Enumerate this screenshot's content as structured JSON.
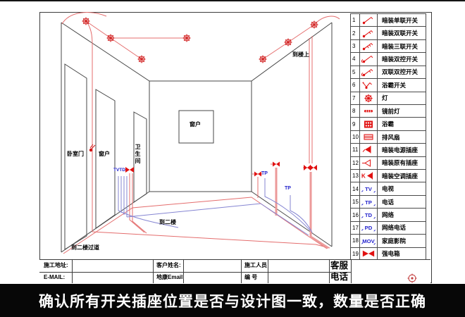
{
  "banner": {
    "text": "确认所有开关插座位置是否与设计图一致，数量是否正确"
  },
  "legend": {
    "items": [
      {
        "no": "1",
        "symbol": "switch-single",
        "label": "暗装单联开关"
      },
      {
        "no": "2",
        "symbol": "switch-double",
        "label": "暗装双联开关"
      },
      {
        "no": "3",
        "symbol": "switch-triple",
        "label": "暗装三联开关"
      },
      {
        "no": "4",
        "symbol": "switch-two-way",
        "label": "暗装双控开关"
      },
      {
        "no": "5",
        "symbol": "switch-double-two-way",
        "label": "双联双控开关"
      },
      {
        "no": "6",
        "symbol": "bath-heater-switch",
        "label": "浴霸开关"
      },
      {
        "no": "7",
        "symbol": "lamp",
        "label": "灯"
      },
      {
        "no": "8",
        "symbol": "mirror-light",
        "label": "镜前灯"
      },
      {
        "no": "9",
        "symbol": "bath-heater",
        "label": "浴霸"
      },
      {
        "no": "10",
        "symbol": "exhaust-fan",
        "label": "排风扇"
      },
      {
        "no": "11",
        "symbol": "socket-power",
        "label": "暗装电源插座"
      },
      {
        "no": "12",
        "symbol": "socket-existing",
        "label": "暗装原有插座"
      },
      {
        "no": "13",
        "symbol": "socket-ac",
        "label": "暗装空调插座"
      },
      {
        "no": "14",
        "symbol": "code-outlet",
        "code": "TV",
        "label": "电视"
      },
      {
        "no": "15",
        "symbol": "code-outlet",
        "code": "TP",
        "label": "电话"
      },
      {
        "no": "16",
        "symbol": "code-outlet",
        "code": "TD",
        "label": "网络"
      },
      {
        "no": "17",
        "symbol": "code-outlet",
        "code": "PD",
        "label": "网络电话"
      },
      {
        "no": "18",
        "symbol": "code-outlet",
        "code": "MOV",
        "label": "家庭影院"
      },
      {
        "no": "19",
        "symbol": "power-box",
        "label": "强电箱"
      }
    ]
  },
  "title_block": {
    "address_label": "施工地址:",
    "email_label": "E-MAIL:",
    "customer_label": "客户姓名:",
    "company_email_label": "地康Email",
    "crew_label": "施工人员",
    "number_label": "编  号",
    "service_line1": "客服",
    "service_line2": "电话"
  },
  "drawing": {
    "annotations": {
      "bedroom_door": "卧室门",
      "window_left": "窗户",
      "bathroom": "卫生间",
      "window_back": "窗户",
      "to_upstairs": "到楼上",
      "to_second_floor": "到二楼",
      "to_second_floor_corridor": "到二楼过道",
      "tvtd": "TVTD",
      "tp1": "TP",
      "tp2": "TP"
    }
  },
  "colors": {
    "wiring_red": "#e46d6d",
    "symbol_red": "#e11111",
    "wiring_blue": "#8585d2",
    "label_blue": "#2222cc",
    "structure": "#474747",
    "banner_bg": "#070707",
    "banner_text": "#ffffff"
  }
}
